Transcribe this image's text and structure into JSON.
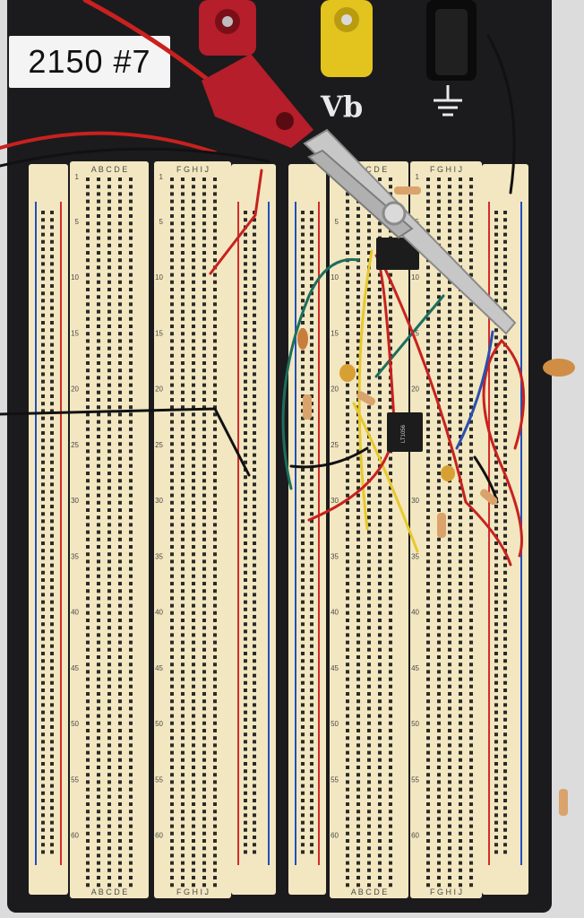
{
  "board_label": "2150 #7",
  "terminal_label": "Vb",
  "terminals": [
    {
      "name": "red-terminal",
      "color": "#b51e2a"
    },
    {
      "name": "yellow-terminal",
      "color": "#e3c31e"
    },
    {
      "name": "black-terminal",
      "color": "#111111"
    }
  ],
  "ground_symbol": "ground-symbol-icon",
  "breadboard": {
    "column_headers_left": "ABCDE",
    "column_headers_right": "FGHIJ",
    "row_numbers": [
      "1",
      "5",
      "10",
      "15",
      "20",
      "25",
      "30",
      "35",
      "40",
      "45",
      "50",
      "55",
      "60"
    ],
    "ic_text": "LT1056",
    "rail_colors": {
      "positive": "#d42b2b",
      "negative": "#1f4fbf"
    },
    "body_color": "#f2e7c0"
  },
  "wire_colors": {
    "red": "#c8211f",
    "black": "#111111",
    "yellow": "#e7c92c",
    "green": "#1d6e5e",
    "blue": "#2a4fb0"
  }
}
